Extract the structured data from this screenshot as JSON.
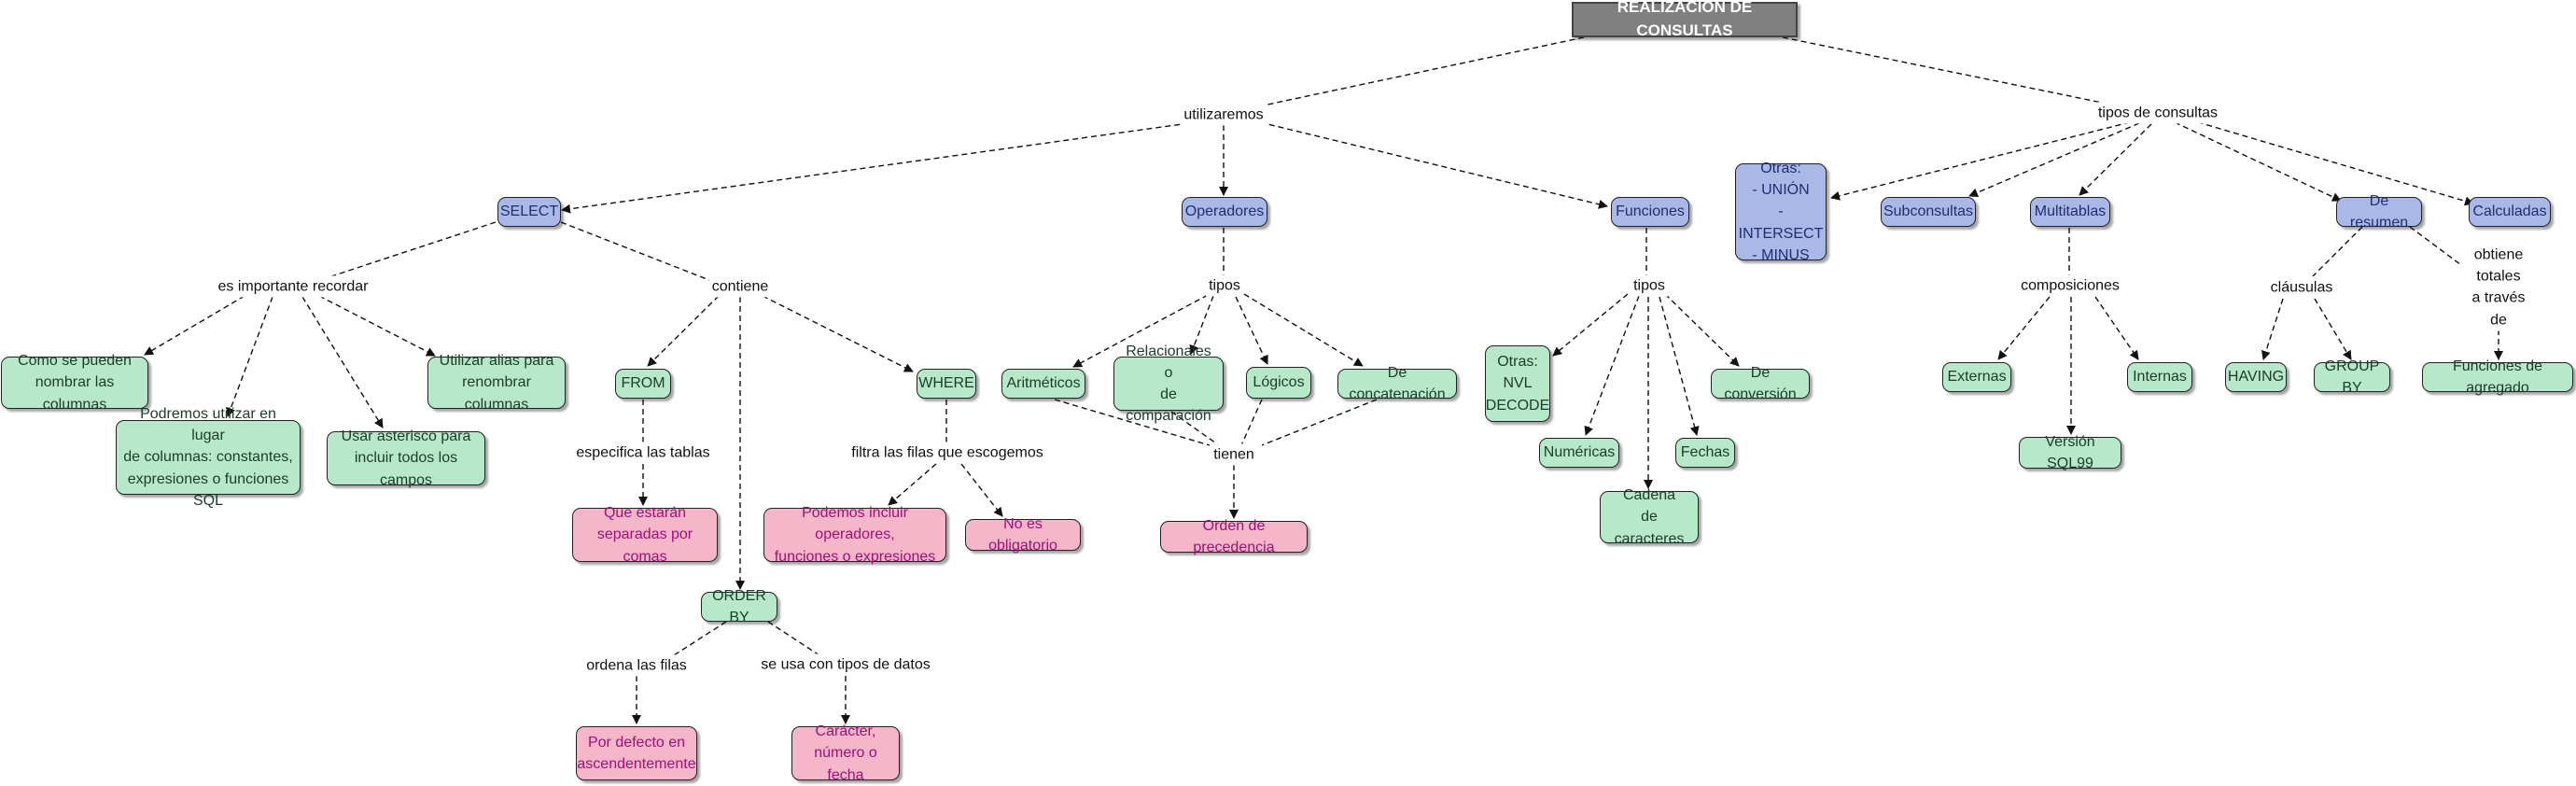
{
  "nodes": {
    "title": "REALIZACIÓN DE CONSULTAS",
    "select": "SELECT",
    "operadores": "Operadores",
    "funciones": "Funciones",
    "otras_consultas": "Otras:\n- UNIÓN\n- INTERSECT\n- MINUS",
    "subconsultas": "Subconsultas",
    "multitablas": "Multitablas",
    "de_resumen": "De resumen",
    "calculadas": "Calculadas",
    "como_nombrar": "Como se pueden\nnombrar las columnas",
    "podremos_utilizar": "Podremos utilizar en lugar\nde columnas: constantes,\nexpresiones o funciones SQL",
    "usar_asterisco": "Usar asterisco para\nincluir todos los campos",
    "utilizar_alias": "Utilizar alias para\nrenombrar columnas",
    "from": "FROM",
    "where": "WHERE",
    "que_estaran": "Que estarán\nseparadas por comas",
    "podemos_incluir": "Podemos incluir operadores,\nfunciones o expresiones",
    "no_obligatorio": "No es obligatorio",
    "order_by": "ORDER BY",
    "por_defecto": "Por defecto en\nascendentemente",
    "caracter": "Carácter,\nnúmero o fecha",
    "aritmeticos": "Aritméticos",
    "relacionales": "Relacionales o\nde comparación",
    "logicos": "Lógicos",
    "concatenacion": "De concatenación",
    "orden_precedencia": "Orden de precedencia",
    "otras_funciones": "Otras:\nNVL\nDECODE",
    "numericas": "Numéricas",
    "cadena": "Cadena\nde caracteres",
    "fechas": "Fechas",
    "conversion": "De conversión",
    "externas": "Externas",
    "internas": "Internas",
    "version_sql99": "Versión SQL99",
    "having": "HAVING",
    "group_by": "GROUP BY",
    "funciones_agregado": "Funciones de agregado"
  },
  "labels": {
    "utilizaremos": "utilizaremos",
    "tipos_consultas": "tipos de consultas",
    "importante_recordar": "es importante recordar",
    "contiene": "contiene",
    "especifica_tablas": "especifica las tablas",
    "filtra_filas": "filtra las filas que escogemos",
    "ordena_filas": "ordena las filas",
    "se_usa_con": "se usa con tipos de datos",
    "tipos_op": "tipos",
    "tienen": "tienen",
    "tipos_fn": "tipos",
    "composiciones": "composiciones",
    "clausulas": "cláusulas",
    "obtiene_totales": "obtiene totales\na través de"
  }
}
